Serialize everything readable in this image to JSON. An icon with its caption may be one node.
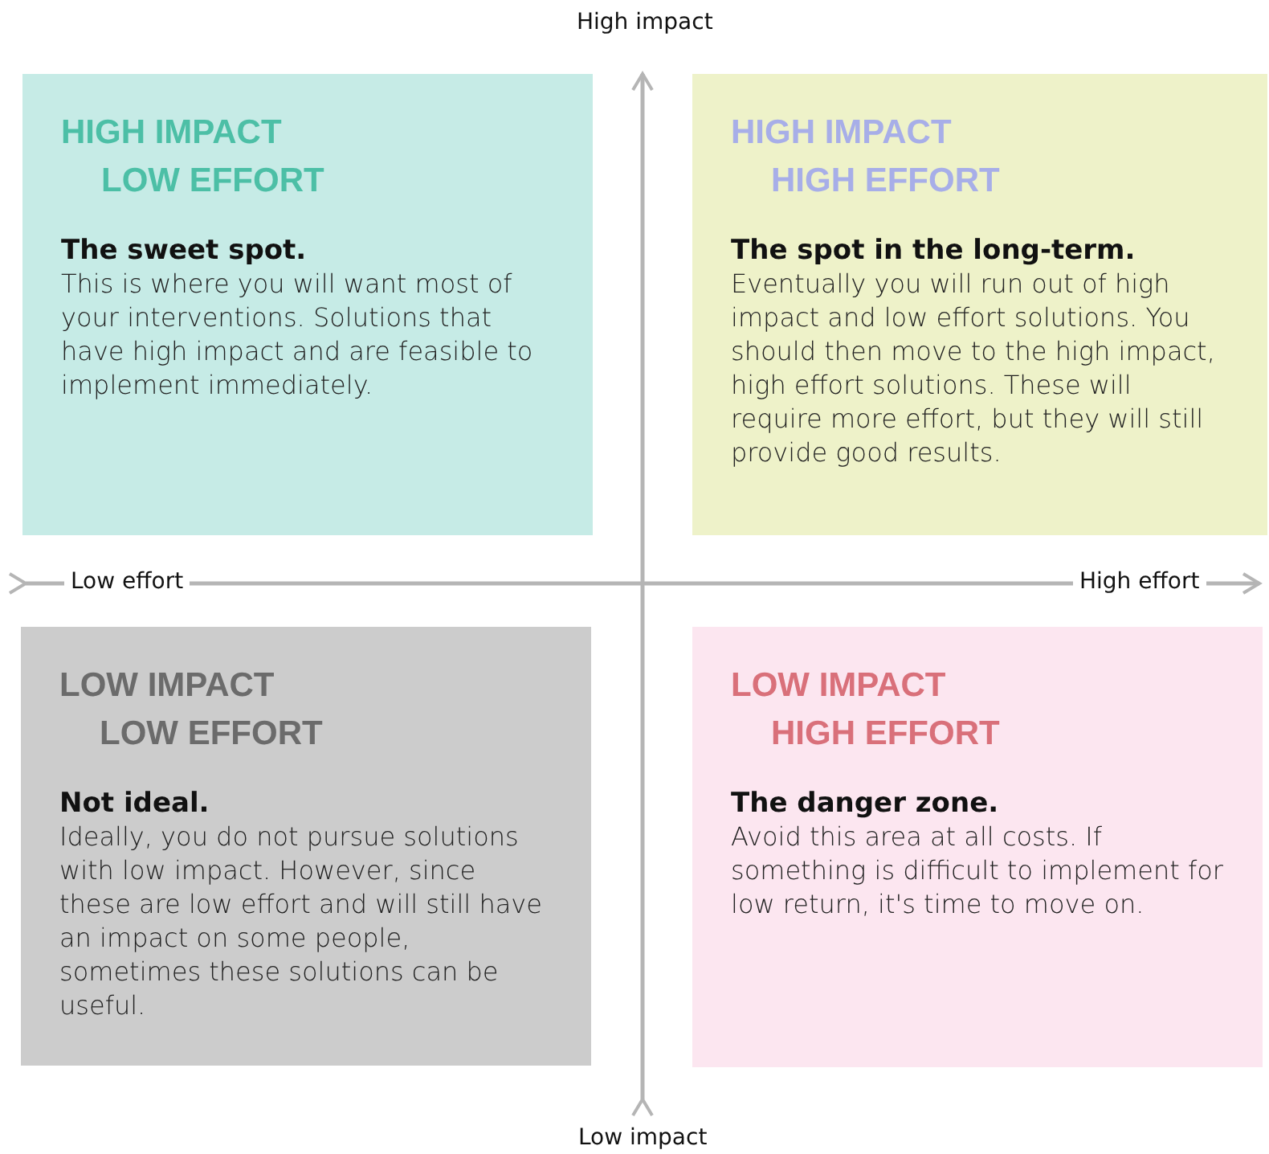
{
  "diagram": {
    "nodes": [
      {
        "text": [
          "HIGH IMPACT LOW EFFORT",
          "The sweet spot.",
          "This is where you will want most of your interventions. Solutions that have high impact and are feasible to implement immediately."
        ]
      },
      {
        "text": [
          "HIGH IMPACT HIGH EFFORT",
          "The spot in the long-term.",
          "Eventually you will run out of high impact and low effort solutions. You should then move to the high impact, high effort solutions. These will require more effort, but they will still provide good results."
        ]
      },
      {
        "text": [
          "LOW IMPACT LOW EFFORT",
          "Not ideal.",
          "Ideally, you do not pursue solutions with low impact. However, since these are low effort and will still have an impact on some people, sometimes these solutions can be useful."
        ]
      },
      {
        "text": [
          "LOW IMPACT HIGH EFFORT",
          "The danger zone.",
          "Avoid this area at all costs. If something is difficult to implement for low return, it's time to move on."
        ]
      }
    ],
    "labels": [
      "High impact",
      "Low effort",
      "High effort",
      "Low impact"
    ]
  }
}
